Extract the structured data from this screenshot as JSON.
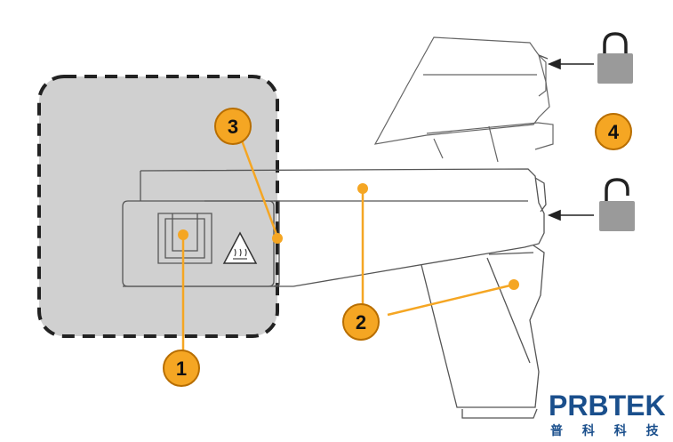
{
  "callouts": [
    {
      "id": "1",
      "label": "1"
    },
    {
      "id": "2",
      "label": "2"
    },
    {
      "id": "3",
      "label": "3"
    },
    {
      "id": "4",
      "label": "4"
    }
  ],
  "brand": {
    "name": "PRBTEK",
    "subtitle": "普 科 科 技"
  },
  "colors": {
    "callout_fill": "#f5a623",
    "callout_stroke": "#b86e00",
    "leader_line": "#f5a623",
    "highlight_box": "#d0d0d0",
    "lock_gray": "#9a9a9a",
    "device_stroke": "#666666",
    "brand_blue": "#1a4f8c",
    "brand_accent": "#e87722"
  },
  "icons": [
    "padlock-closed-icon",
    "padlock-open-icon",
    "hot-surface-warning-icon"
  ]
}
